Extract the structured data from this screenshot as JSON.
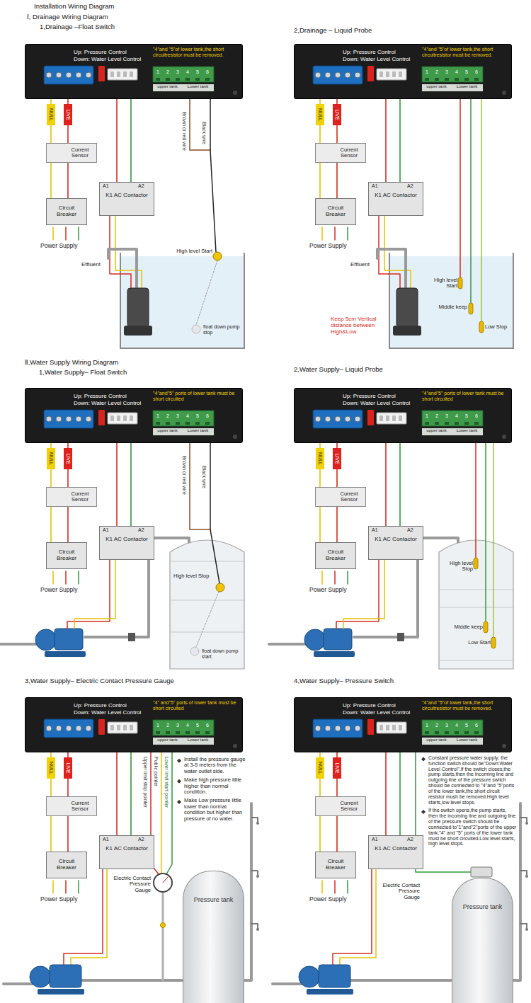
{
  "diagram": {
    "title": "Installation Wiring Diagram",
    "nodes": [
      {
        "text": [
          "Up: Pressure Control",
          "Down: Water Level Control",
          "\"4\"and \"5\"of lower tank,the short circuitresistor must be removed."
        ]
      },
      {
        "text": [
          "Current Sensor"
        ]
      },
      {
        "text": [
          "Circuit Breaker"
        ]
      },
      {
        "text": [
          "K1 AC Contactor"
        ]
      },
      {
        "text": [
          "Up: Pressure Control",
          "Down: Water Level Control",
          "\"4\"and \"5\"of lower tank,the short circuitresistor must be removed."
        ]
      },
      {
        "text": [
          "Current Sensor"
        ]
      },
      {
        "text": [
          "Circuit Breaker"
        ]
      },
      {
        "text": [
          "K1 AC Contactor"
        ]
      },
      {
        "text": [
          "Up: Pressure Control",
          "Down: Water Level Control",
          "\"4\"and\"5\" ports of lower tank must be short circuited"
        ]
      },
      {
        "text": [
          "Current Sensor"
        ]
      },
      {
        "text": [
          "Circuit Breaker"
        ]
      },
      {
        "text": [
          "K1 AC Contactor"
        ]
      },
      {
        "text": [
          "Up: Pressure Control",
          "Down: Water Level Control",
          "\"4\"and\"5\" ports of lower tank must be short circuited"
        ]
      },
      {
        "text": [
          "Current Sensor"
        ]
      },
      {
        "text": [
          "Circuit Breaker"
        ]
      },
      {
        "text": [
          "K1 AC Contactor"
        ]
      },
      {
        "text": [
          "Up: Pressure Control",
          "Down: Water Level Control",
          "\"4\" and\"5\" ports of lower tank must be short circuited"
        ]
      },
      {
        "text": [
          "Current Sensor"
        ]
      },
      {
        "text": [
          "Circuit Breaker"
        ]
      },
      {
        "text": [
          "K1 AC Contactor"
        ]
      },
      {
        "text": [
          "Pressure tank"
        ]
      },
      {
        "text": [
          "Up: Pressure Control",
          "Down: Water Level Control",
          "\"4\"and \"5\"of lower tank,the short circuitresistor must be removed."
        ]
      },
      {
        "text": [
          "Current Sensor"
        ]
      },
      {
        "text": [
          "Circuit Breaker"
        ]
      },
      {
        "text": [
          "K1 AC Contactor"
        ]
      },
      {
        "text": [
          "Pressure tank"
        ]
      }
    ],
    "edges": [
      {
        "from": 0,
        "to": 1,
        "arrow": "none"
      },
      {
        "from": 1,
        "to": 2,
        "arrow": "none"
      },
      {
        "from": 0,
        "to": 3,
        "arrow": "none"
      },
      {
        "from": 4,
        "to": 5,
        "arrow": "none"
      },
      {
        "from": 5,
        "to": 6,
        "arrow": "none"
      },
      {
        "from": 4,
        "to": 7,
        "arrow": "none"
      },
      {
        "from": 8,
        "to": 9,
        "arrow": "none"
      },
      {
        "from": 9,
        "to": 10,
        "arrow": "none"
      },
      {
        "from": 8,
        "to": 11,
        "arrow": "none"
      },
      {
        "from": 12,
        "to": 13,
        "arrow": "none"
      },
      {
        "from": 13,
        "to": 14,
        "arrow": "none"
      },
      {
        "from": 12,
        "to": 15,
        "arrow": "none"
      },
      {
        "from": 16,
        "to": 17,
        "arrow": "none"
      },
      {
        "from": 17,
        "to": 18,
        "arrow": "none"
      },
      {
        "from": 16,
        "to": 19,
        "arrow": "none"
      },
      {
        "from": 21,
        "to": 22,
        "arrow": "none"
      },
      {
        "from": 22,
        "to": 23,
        "arrow": "none"
      },
      {
        "from": 21,
        "to": 24,
        "arrow": "none"
      }
    ],
    "labels": [
      "Ⅰ, Drainage Wiring Diagram",
      "1,Drainage –Float Switch",
      "1",
      "2",
      "3",
      "4",
      "5",
      "6",
      "upper tank",
      "Lower tank",
      "NULL",
      "LIVE",
      "A1",
      "A2",
      "Power Supply",
      "Brown or red wire",
      "Black wire",
      "Effluent",
      "High level Start",
      "float down pump stop",
      "2,Drainage – Liquid Probe",
      "1",
      "2",
      "3",
      "4",
      "5",
      "6",
      "upper tank",
      "Lower tank",
      "NULL",
      "LIVE",
      "A1",
      "A2",
      "Power Supply",
      "Effluent",
      "High level Start",
      "Middle keep",
      "Low Stop",
      "Keep 5cm Vertical distance between High&Low",
      "Ⅱ,Water Supply Wiring Diagram",
      "1,Water Supply– Float Switch",
      "1",
      "2",
      "3",
      "4",
      "5",
      "6",
      "upper tank",
      "Lower tank",
      "NULL",
      "LIVE",
      "A1",
      "A2",
      "Power Supply",
      "Brown or red wire",
      "Black wire",
      "High level Stop",
      "float down pump start",
      "2,Water Supply– Liquid Probe",
      "1",
      "2",
      "3",
      "4",
      "5",
      "6",
      "upper tank",
      "Lower tank",
      "NULL",
      "LIVE",
      "A1",
      "A2",
      "Power Supply",
      "High level Stop",
      "Middle keep",
      "Low Start",
      "3,Water Supply– Electric Contact Pressure Gauge",
      "1",
      "2",
      "3",
      "4",
      "5",
      "6",
      "upper tank",
      "Lower tank",
      "NULL",
      "LIVE",
      "A1",
      "A2",
      "Power Supply",
      "Upper limit stop pointer",
      "Public pointer",
      "Lower limit start pointer",
      "Install the pressure gauge at 3-5 meters from the water outlet side.",
      "Make high pressure little higher than normal condition.",
      "Make Low pressure little lower than normal condition but higher than pressure of no water.",
      "Electric Contact Pressure Gauge",
      "4,Water Supply– Pressure Switch",
      "1",
      "2",
      "3",
      "4",
      "5",
      "6",
      "upper tank",
      "Lower tank",
      "NULL",
      "LIVE",
      "A1",
      "A2",
      "Power Supply",
      "Constant pressure water supply: the function switch should be\"Down:Water Level Control\".If the switch closes,the pump starts,then the incoming line and outgoing line of the pressure switch should be connected to \"4\"and \"5\"ports of the lower tank,the short circuit resistor mush be removed.High level starts,low level stops.",
      "If the switch opens,the pump starts, then the incoming line and outgoing line of the pressure switch should be connected to\"1\"and\"2\"ports of the upper tank,\"4\" and \"5\" ports of the lower tank must be short circuited.Low level starts, high level stops.",
      "Electric Contact Pressure Gauge"
    ]
  }
}
